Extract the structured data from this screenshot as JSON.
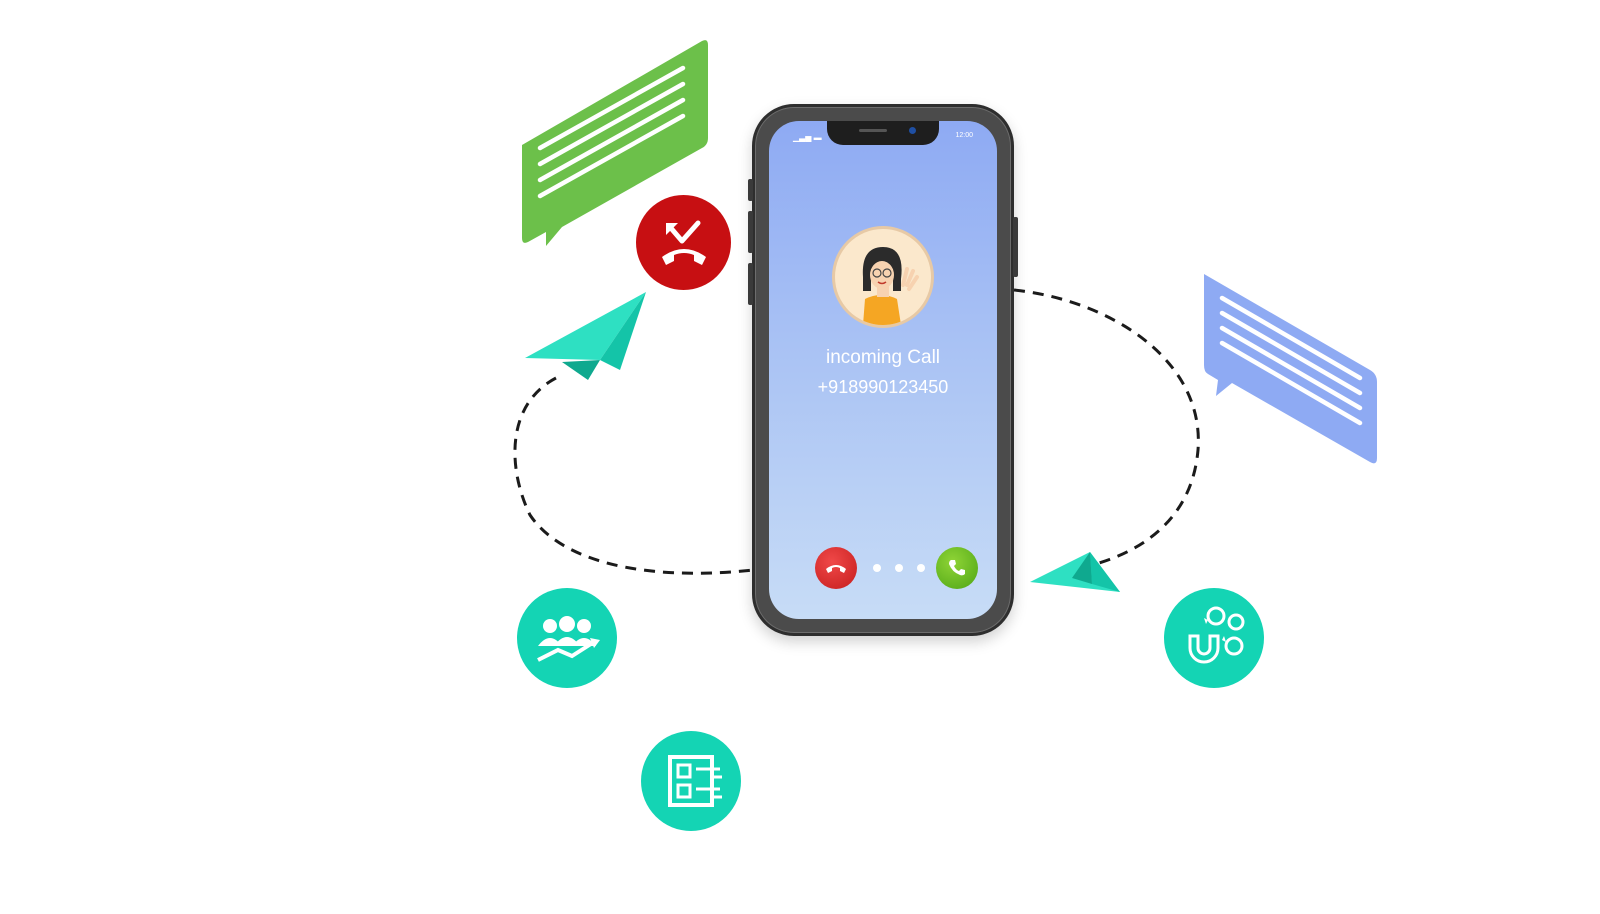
{
  "phone": {
    "status_signal": "▁▃▅ ▬",
    "status_time": "12:00",
    "call_title": "incoming Call",
    "call_number": "+918990123450"
  },
  "colors": {
    "teal": "#14d4b4",
    "missed_red": "#c70f12",
    "green_bubble": "#6cc04a",
    "blue_bubble": "#8eaaf3",
    "decline": "#e02b2b",
    "accept": "#6cbf24"
  },
  "icons": [
    "green-chat-bubble-icon",
    "blue-chat-bubble-icon",
    "missed-call-icon",
    "paper-plane-icon",
    "team-growth-icon",
    "checklist-icon",
    "lead-magnet-icon",
    "decline-call-icon",
    "accept-call-icon"
  ]
}
